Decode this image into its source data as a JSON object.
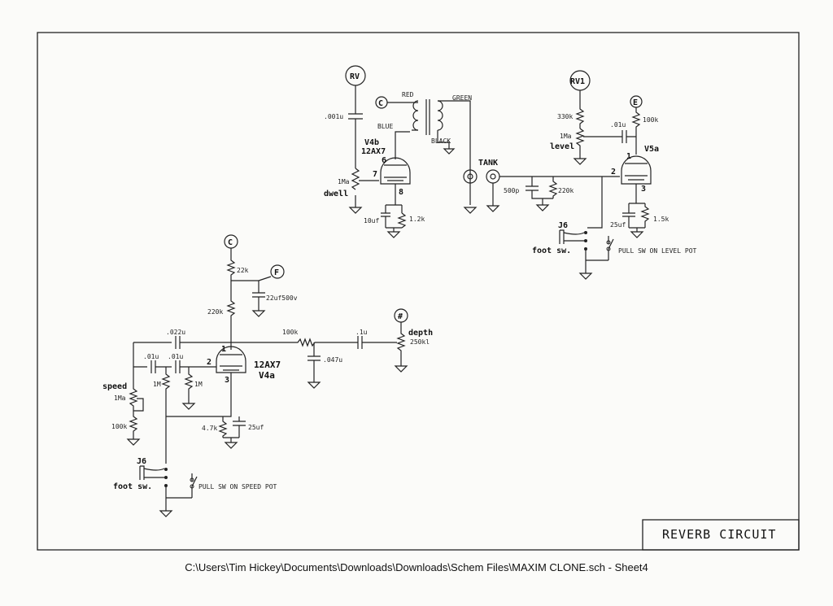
{
  "title_block": {
    "title": "REVERB CIRCUIT"
  },
  "footer": {
    "path": "C:\\Users\\Tim Hickey\\Documents\\Downloads\\Downloads\\Schem Files\\MAXIM CLONE.sch  -  Sheet4"
  },
  "nodes": {
    "rv": "RV",
    "c1": "C",
    "rv1": "RV1",
    "e": "E",
    "c2": "C",
    "f": "F",
    "hash": "#"
  },
  "driver": {
    "cap_001u": ".001u",
    "pot_1ma": "1Ma",
    "dwell": "dwell",
    "tube_name": "V4b",
    "tube_type": "12AX7",
    "pin6": "6",
    "pin7": "7",
    "pin8": "8",
    "cap_10uf": "10uf",
    "res_12k": "1.2k"
  },
  "transformer": {
    "red": "RED",
    "blue": "BLUE",
    "green": "GREEN",
    "black": "BLACK"
  },
  "tank": {
    "label": "TANK"
  },
  "recovery": {
    "cap_500p": "500p",
    "res_220k": "220k",
    "res_330k": "330k",
    "pot_1ma": "1Ma",
    "level": "level",
    "cap_01u": ".01u",
    "res_100k": "100k",
    "tube_name": "V5a",
    "pin1": "1",
    "pin2": "2",
    "pin3": "3",
    "cap_25uf": "25uf",
    "res_15k": "1.5k",
    "jack": "J6",
    "foot_sw": "foot sw.",
    "pull_sw": "PULL SW ON LEVEL POT"
  },
  "tremolo": {
    "res_22k": "22k",
    "cap_22uf": "22uf500v",
    "res_220k": "220k",
    "cap_022u": ".022u",
    "res_100k": "100k",
    "cap_1u": ".1u",
    "depth": "depth",
    "pot_250k": "250kl",
    "cap_047u": ".047u",
    "cap_01u_a": ".01u",
    "cap_01u_b": ".01u",
    "pin1": "1",
    "pin2": "2",
    "pin3": "3",
    "tube_type": "12AX7",
    "tube_name": "V4a",
    "res_1m_a": "1M",
    "res_1m_b": "1M",
    "speed": "speed",
    "pot_1ma": "1Ma",
    "res_100k_b": "100k",
    "res_47k": "4.7k",
    "cap_25uf": "25uf",
    "jack": "J6",
    "foot_sw": "foot sw.",
    "pull_sw": "PULL SW ON SPEED POT"
  }
}
